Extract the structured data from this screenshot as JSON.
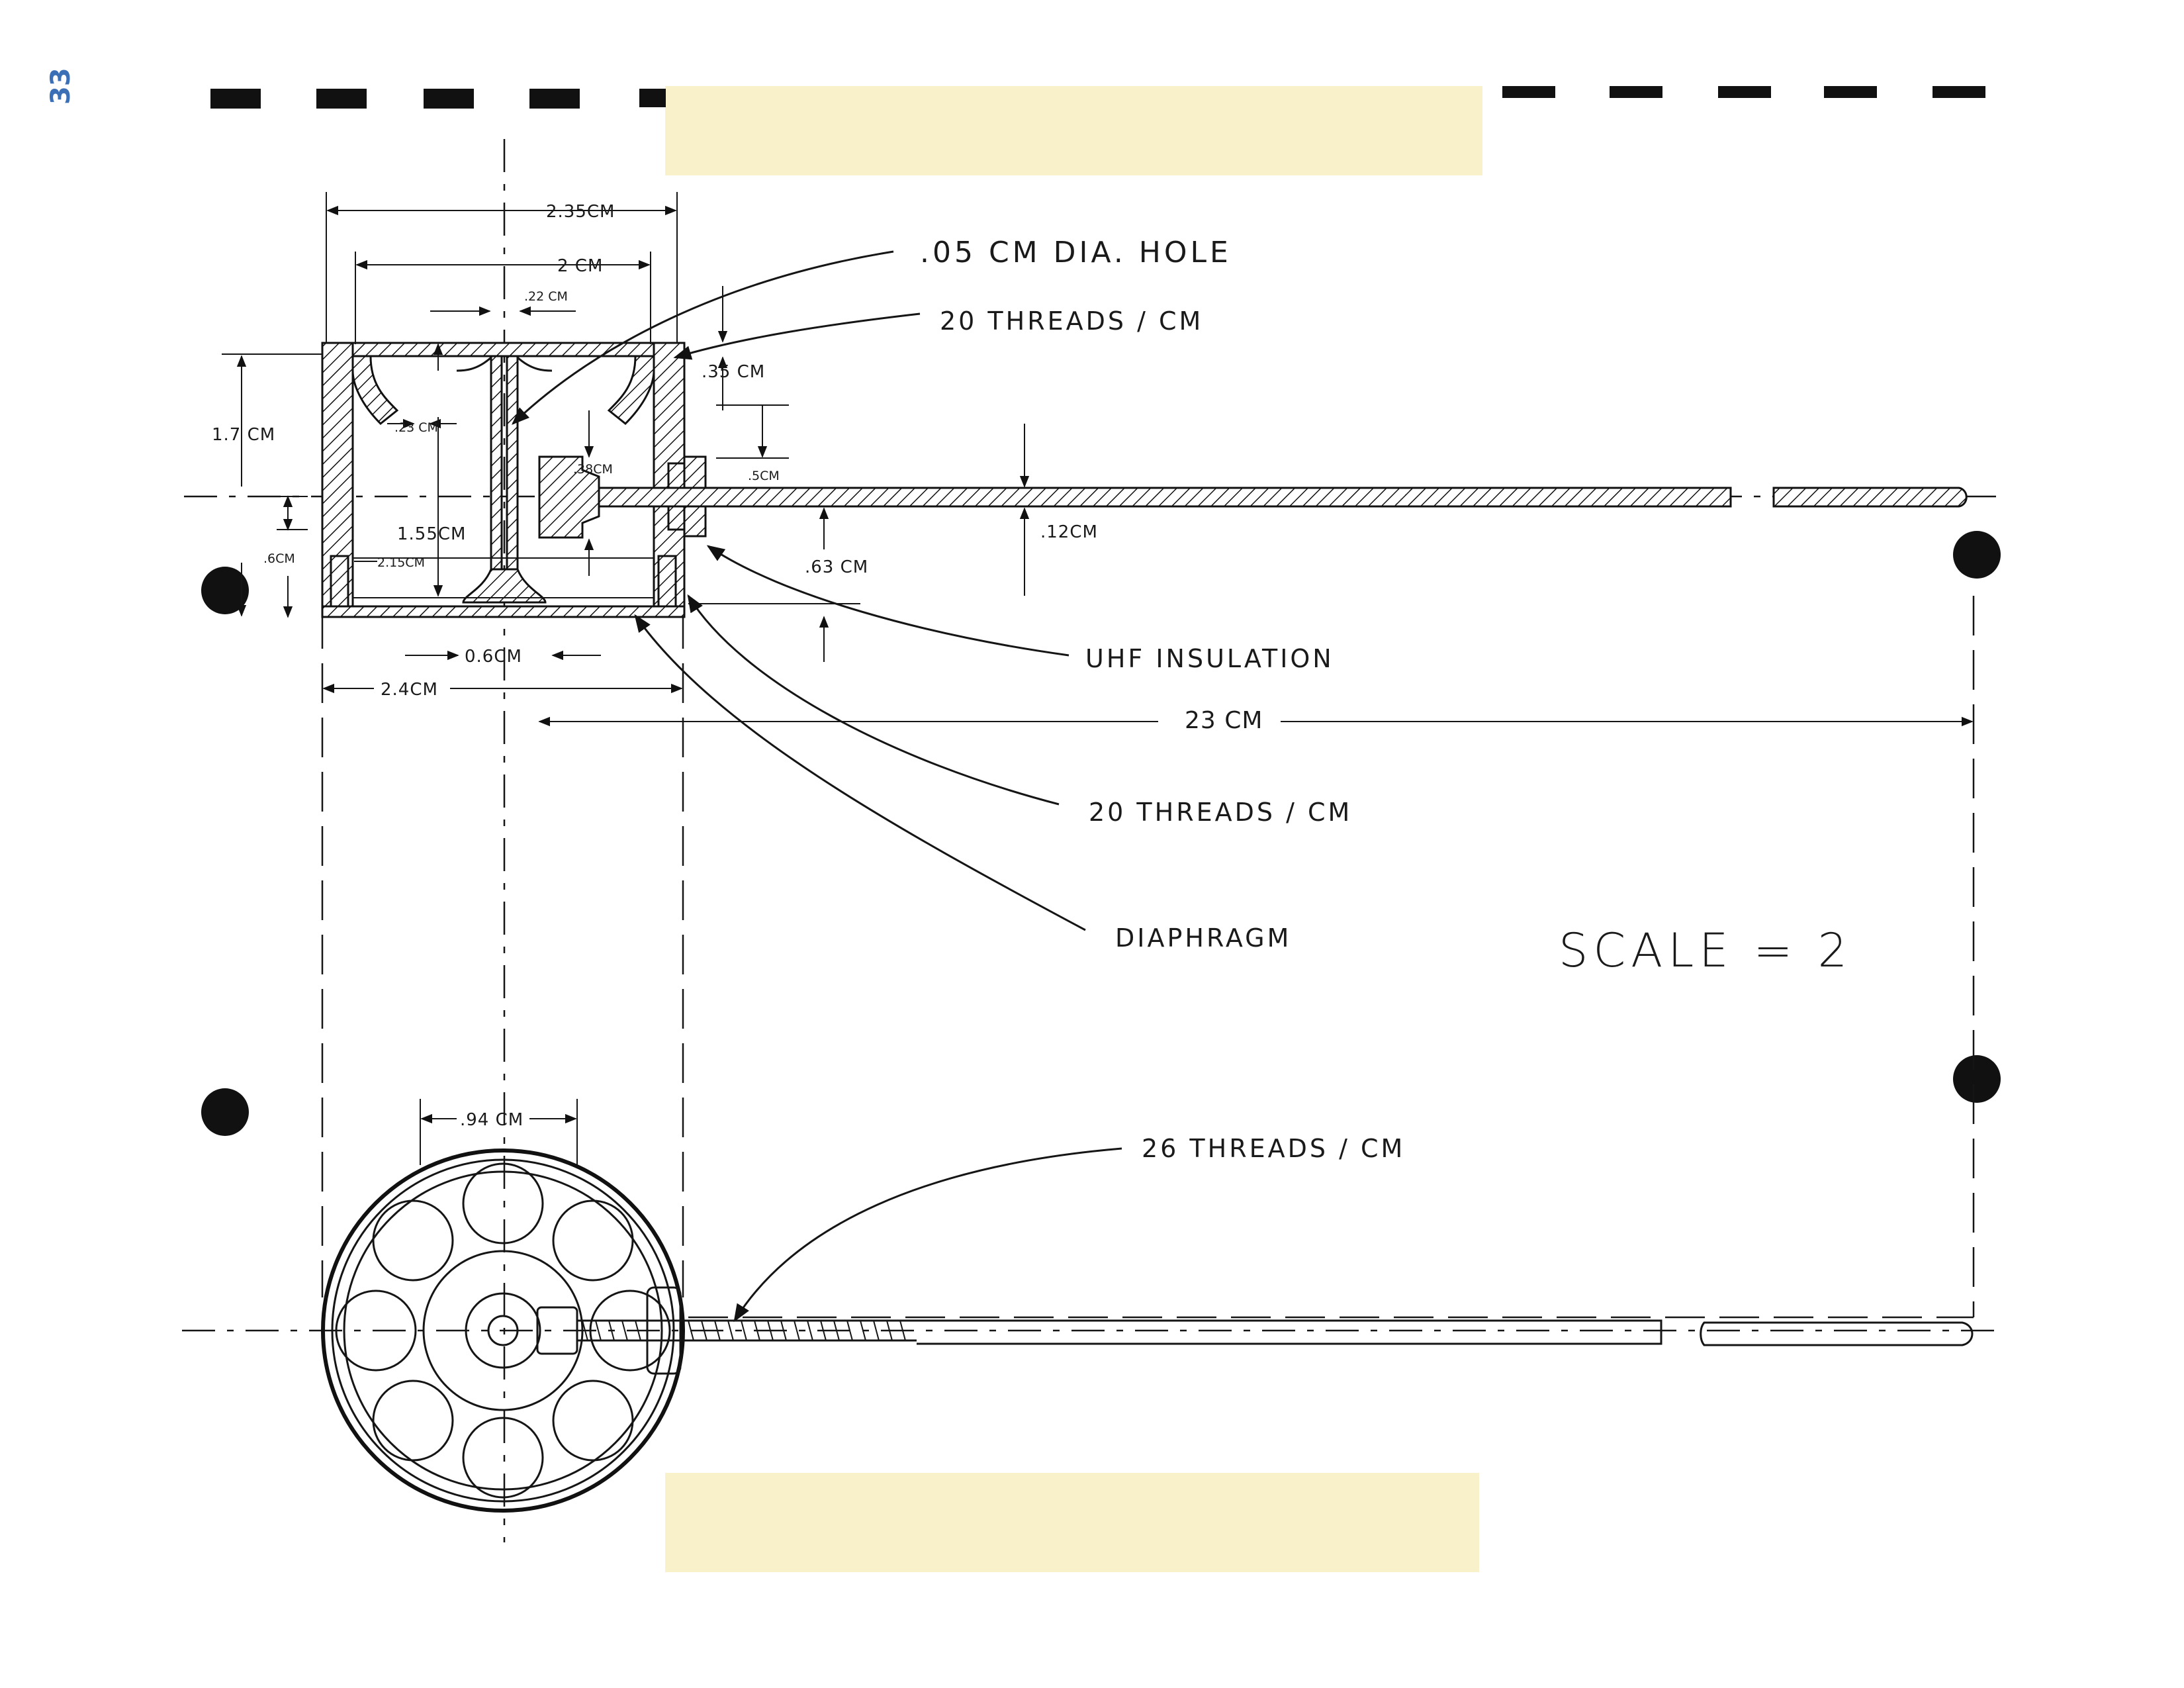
{
  "page_number": "33",
  "scale_note": "SCALE = 2",
  "callouts": {
    "hole": ".05 CM DIA. HOLE",
    "threads_top": "20 THREADS / CM",
    "uhf": "UHF INSULATION",
    "threads_mid": "20 THREADS / CM",
    "diaphragm": "DIAPHRAGM",
    "threads_bottom": "26 THREADS / CM"
  },
  "dimensions": {
    "outer_width": "2.35CM",
    "inner_width": "2 CM",
    "post_width": ".22 CM",
    "wall_offset": ".35 CM",
    "height": "1.7 CM",
    "recess": ".23 CM",
    "stem_flange": ".38CM",
    "nut": ".5CM",
    "inner_height": "1.55CM",
    "base_gap": ".6CM",
    "inner_dia": "2.15CM",
    "rod_dia": ".12CM",
    "nut_height": ".63 CM",
    "center_gap": "0.6CM",
    "total_width": "2.4CM",
    "rod_length": "23 CM",
    "hole_spacing": ".94 CM"
  }
}
